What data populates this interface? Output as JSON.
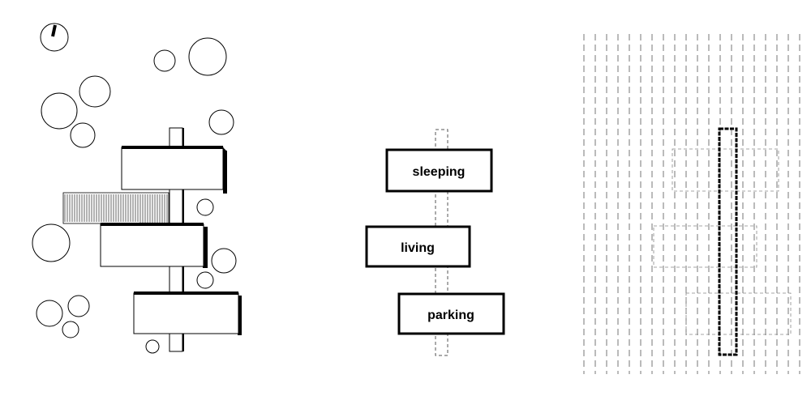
{
  "diagram": {
    "zones": [
      {
        "key": "sleeping",
        "label": "sleeping"
      },
      {
        "key": "living",
        "label": "living"
      },
      {
        "key": "parking",
        "label": "parking"
      }
    ],
    "colors": {
      "ink": "#000000",
      "paper": "#ffffff",
      "dashed": "#555555",
      "light_dashed": "#888888"
    },
    "icons": {
      "north": "north-arrow-icon",
      "tree": "tree-circle-icon"
    }
  }
}
